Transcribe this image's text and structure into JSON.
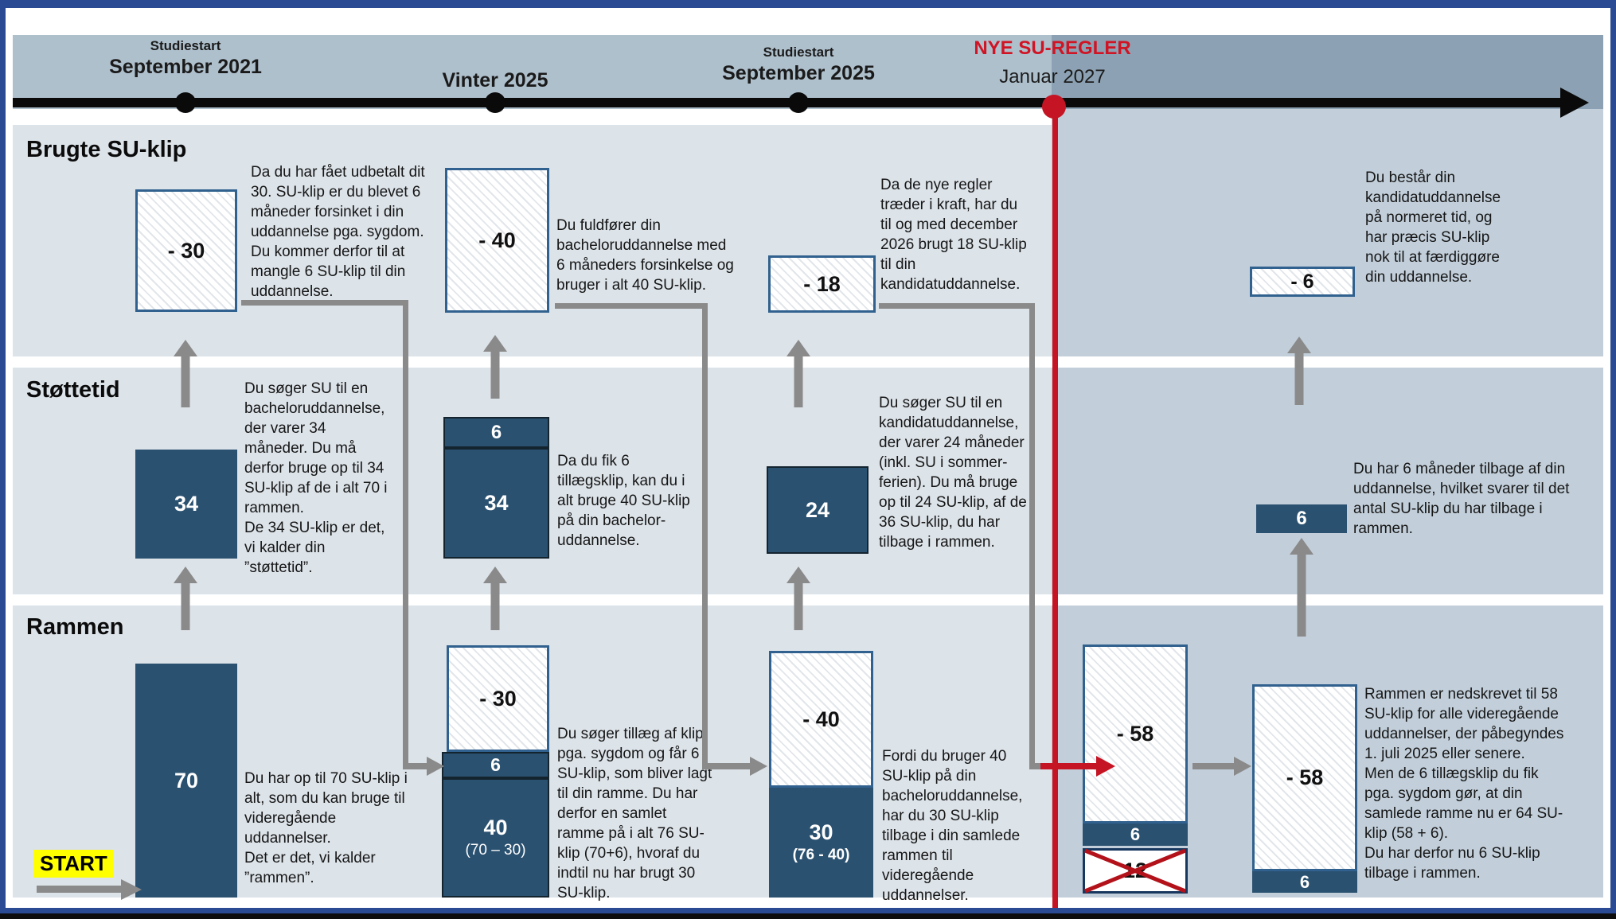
{
  "colors": {
    "navy_box": "#2b5170",
    "hatch_border": "#31618e",
    "red_accent": "#c51423",
    "frame_blue": "#2b4a94",
    "gray_arrow": "#8a8a8a",
    "band_top_left": "#afc0cd",
    "band_top_right": "#8ca2b4",
    "row_left": "#dce3e9",
    "row_right": "#c2cfda",
    "start_bg": "#ffff00"
  },
  "timeline": {
    "m2021_top": "Studiestart",
    "m2021": "September 2021",
    "mvinter": "Vinter 2025",
    "m2025_top": "Studiestart",
    "m2025": "September 2025",
    "m2027_top": "NYE SU-REGLER",
    "m2027": "Januar 2027"
  },
  "start_label": "START",
  "rows": {
    "brugte": {
      "title": "Brugte SU-klip",
      "v2021": "- 30",
      "n2021": "Da du har fået udbetalt dit\n30. SU-klip er du blevet 6\nmåneder forsinket i din\nuddannelse pga. sygdom.\nDu kommer derfor til at\nmangle 6 SU-klip til din\nuddannelse.",
      "vvinter": "- 40",
      "nvinter": "Du fuldfører din\nbacheloruddannelse med\n6 måneders forsinkelse og\nbruger i alt 40 SU-klip.",
      "v2025": "- 18",
      "n2025": "Da de nye regler\ntræder i kraft, har du\ntil og med december\n2026 brugt 18 SU-klip\ntil din\nkandidatuddannelse.",
      "v2027": "- 6",
      "n2027": "Du består din\nkandidatuddannelse\npå normeret tid, og\nhar præcis SU-klip\nnok til at færdiggøre\ndin uddannelse."
    },
    "stoettetid": {
      "title": "Støttetid",
      "v2021": "34",
      "n2021": "Du søger SU til en\nbacheloruddannelse,\nder varer 34\nmåneder. Du må\nderfor bruge op til 34\nSU-klip af de i alt 70 i\nrammen.\nDe 34 SU-klip er det,\nvi kalder din\n”støttetid”.",
      "vvinter_top": "6",
      "vvinter": "34",
      "nvinter": "Da du fik 6\ntillægsklip, kan du i\nalt bruge 40 SU-klip\npå din bachelor-\nuddannelse.",
      "v2025": "24",
      "n2025": "Du søger SU til en\nkandidatuddannelse,\nder varer 24 måneder\n(inkl. SU i sommer-\nferien). Du må bruge\nop til 24 SU-klip, af de\n36 SU-klip, du har\ntilbage i rammen.",
      "v2027": "6",
      "n2027": "Du har 6 måneder tilbage af din\nuddannelse, hvilket svarer til det\nantal SU-klip du har tilbage i\nrammen."
    },
    "rammen": {
      "title": "Rammen",
      "v2021": "70",
      "n2021": "Du har op til 70 SU-klip i\nalt, som du kan bruge til\nvideregående\nuddannelser.\nDet er det, vi kalder\n”rammen”.",
      "vvinter_top": "- 30",
      "vvinter_mid": "6",
      "vvinter": "40",
      "vvinter_sub": "(70 – 30)",
      "nvinter": "Du søger tillæg af klip\npga. sygdom og får 6\nSU-klip, som bliver lagt\ntil din ramme. Du har\nderfor en samlet\nramme på i alt 76 SU-\nklip (70+6), hvoraf du\nindtil nu har brugt 30\nSU-klip.",
      "v2025_top": "- 40",
      "v2025": "30",
      "v2025_sub": "(76 - 40)",
      "n2025": "Fordi du bruger 40\nSU-klip på din\nbacheloruddannelse,\nhar du 30 SU-klip\ntilbage i din samlede\nrammen til\nvideregående\nuddannelser.",
      "v2027a_top": "- 58",
      "v2027a_mid": "6",
      "v2027a_cross": "12",
      "v2027b_top": "- 58",
      "v2027b_mid": "6",
      "n2027": "Rammen er nedskrevet til 58\nSU-klip for alle videregående\nuddannelser, der påbegyndes\n1. juli 2025 eller senere.\nMen de 6 tillægsklip du fik\npga. sygdom gør, at din\nsamlede ramme nu er 64 SU-\nklip (58 + 6).\nDu har derfor nu 6 SU-klip\ntilbage i rammen."
    }
  }
}
